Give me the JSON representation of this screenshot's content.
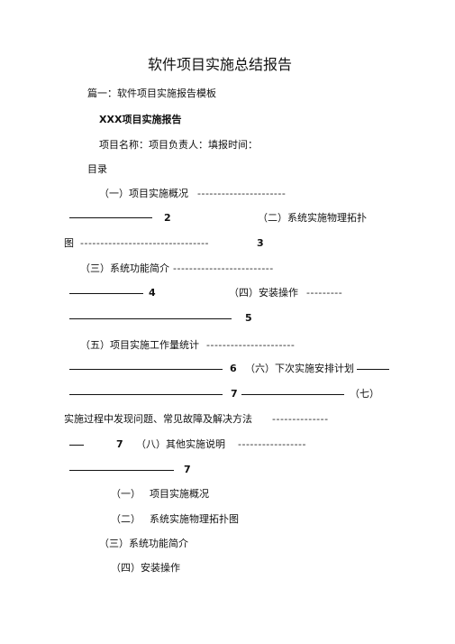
{
  "title": "软件项目实施总结报告",
  "part1": "篇一：软件项目实施报告模板",
  "report_name": "XXX项目实施报告",
  "project_info": "项目名称：项目负责人：填报时间：",
  "toc_heading": "目录",
  "toc": {
    "s1": "（一）项目实施概况",
    "s1_page": "2",
    "s2": "（二）系统实施物理拓扑",
    "s2_cont": "图",
    "s2_page": "3",
    "s3": "（三）系统功能简介",
    "s3_page": "4",
    "s4": "（四）安装操作",
    "s4_page": "5",
    "s5": "（五）项目实施工作量统计",
    "s5_page": "6",
    "s6": "（六）下次实施安排计划",
    "s6_page": "7",
    "s7": "（七）",
    "s7_cont": "实施过程中发现问题、常见故障及解决方法",
    "s7_page": "7",
    "s8": "（八）其他实施说明",
    "s8_page": "7"
  },
  "dash": {
    "d1": "----------------------",
    "d2": "--------------------------------",
    "d3": "-------------------------",
    "d4": "---------",
    "d5": "----------------------",
    "d6": "--------------",
    "d7": "-----------------"
  },
  "body": {
    "h1_num": "（一）",
    "h1_text": "项目实施概况",
    "h2_num": "（二）",
    "h2_text": "系统实施物理拓扑图",
    "h3": "（三）系统功能简介",
    "h4": "（四）安装操作"
  }
}
